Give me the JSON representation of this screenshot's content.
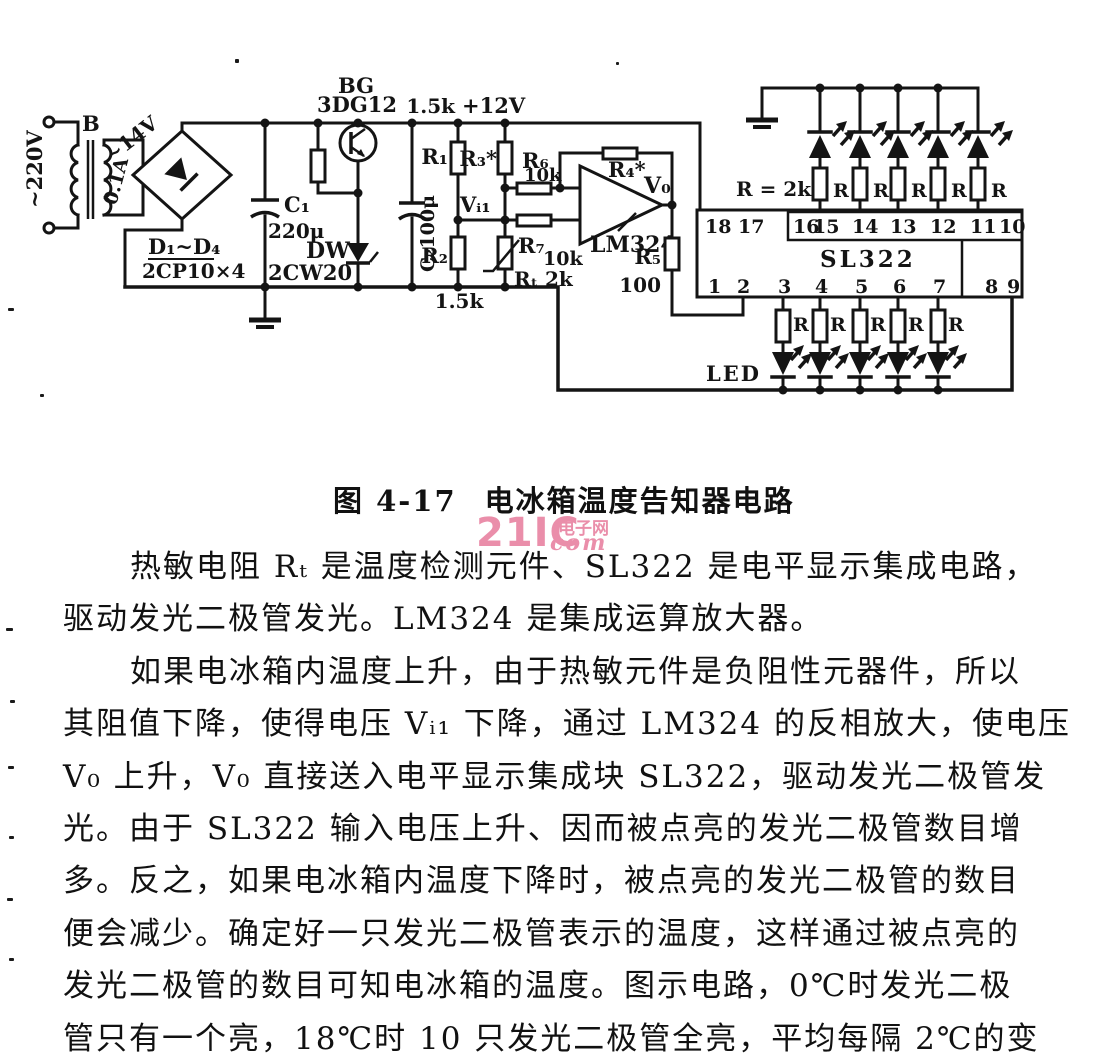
{
  "figure": {
    "caption_num": "图 4-17",
    "caption_title": "电冰箱温度告知器电路"
  },
  "watermark": {
    "big": "21IC",
    "site": "电子网",
    "com": "com",
    "color": "#e87f9f"
  },
  "text_lines": [
    {
      "text": "热敏电阻 Rₜ 是温度检测元件、SL322 是电平显示集成电路，"
    },
    {
      "text": "驱动发光二极管发光。LM324 是集成运算放大器。"
    },
    {
      "text": "如果电冰箱内温度上升，由于热敏元件是负阻性元器件，所以"
    },
    {
      "text": "其阻值下降，使得电压 Vᵢ₁ 下降，通过 LM324 的反相放大，使电压"
    },
    {
      "text": "V₀ 上升，V₀ 直接送入电平显示集成块 SL322，驱动发光二极管发"
    },
    {
      "text": "光。由于 SL322 输入电压上升、因而被点亮的发光二极管数目增"
    },
    {
      "text": "多。反之，如果电冰箱内温度下降时，被点亮的发光二极管的数目"
    },
    {
      "text": "便会减少。确定好一只发光二极管表示的温度，这样通过被点亮的"
    },
    {
      "text": "发光二极管的数目可知电冰箱的温度。图示电路，0℃时发光二极"
    },
    {
      "text": "管只有一个亮，18℃时 10 只发光二极管全亮，平均每隔 2℃的变"
    }
  ],
  "circuit": {
    "labels": {
      "ac_input": "~220V",
      "transformer_name": "B",
      "secondary_voltage": "~14V",
      "secondary_current": "0.1A",
      "diodes_name": "D₁~D₄",
      "diodes_type": "2CP10×4",
      "c1_name": "C₁",
      "c1_value": "220μ",
      "bg_name": "BG",
      "bg_type": "3DG12",
      "dw_name": "DW",
      "dw_type": "2CW20",
      "r1_value": "1.5k",
      "rail_voltage": "+12V",
      "r1_name": "R₁",
      "r3_name": "R₃*",
      "r6_name": "R₆",
      "r6_value": "10k",
      "c2_label": "C₂100μ",
      "vi1": "Vᵢ₁",
      "r2_name": "R₂",
      "r2_value": "1.5k",
      "r7_name": "R₇",
      "r7_value": "10k",
      "rt_label": "Rₜ 2k",
      "r4_name": "R₄*",
      "v0": "V₀",
      "opamp_type": "LM324",
      "r5_name": "R₅",
      "r5_value": "100",
      "led_r_value": "R = 2k",
      "r_label": "R",
      "ic_name": "SL322",
      "led_label": "LED"
    },
    "pins_top": [
      "18",
      "17",
      "16",
      "15",
      "14",
      "13",
      "12",
      "11",
      "10"
    ],
    "pins_bottom": [
      "1",
      "2",
      "3",
      "4",
      "5",
      "6",
      "7",
      "8",
      "9"
    ]
  }
}
